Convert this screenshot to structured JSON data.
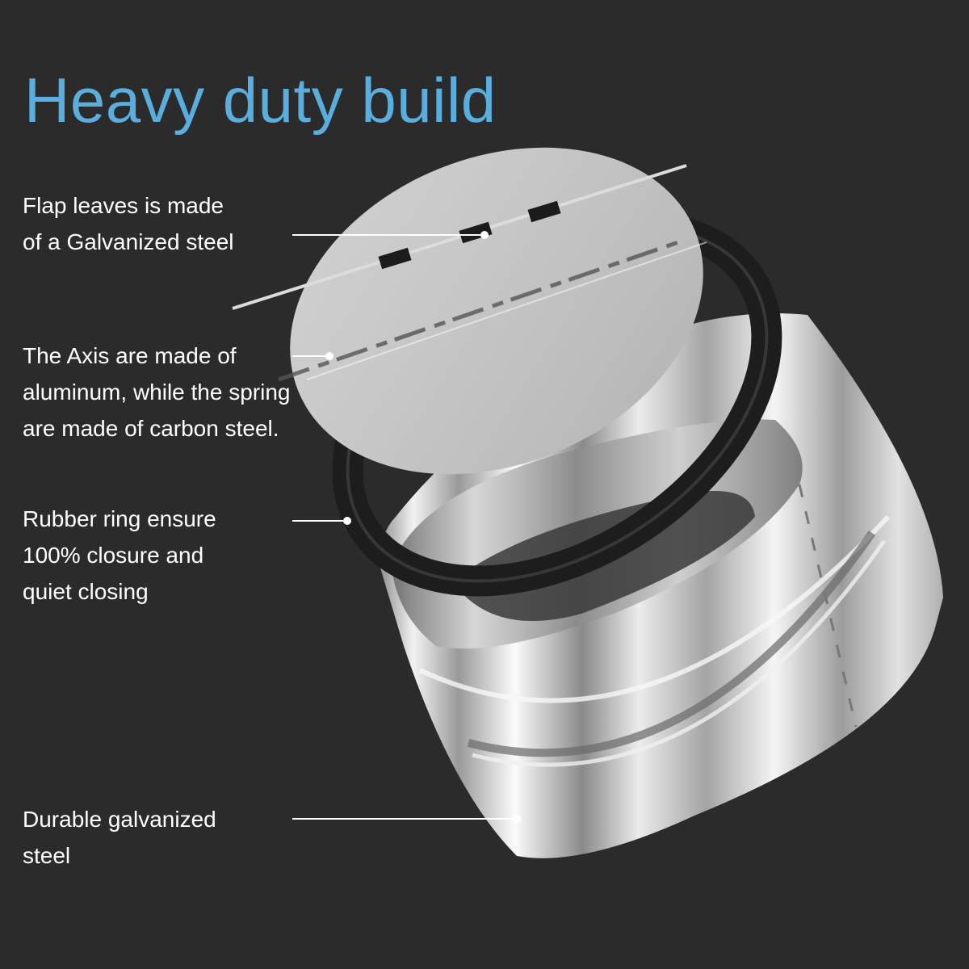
{
  "title": "Heavy duty build",
  "colors": {
    "background": "#2b2b2b",
    "title": "#5aaede",
    "text": "#ffffff"
  },
  "callouts": [
    {
      "lines": [
        "Flap leaves is made",
        "of a Galvanized steel"
      ]
    },
    {
      "lines": [
        "The Axis are made of",
        "aluminum, while the spring",
        "are made of carbon steel."
      ]
    },
    {
      "lines": [
        "Rubber ring ensure",
        "100% closure and",
        "quiet closing"
      ]
    },
    {
      "lines": [
        "Durable galvanized",
        "steel"
      ]
    }
  ]
}
